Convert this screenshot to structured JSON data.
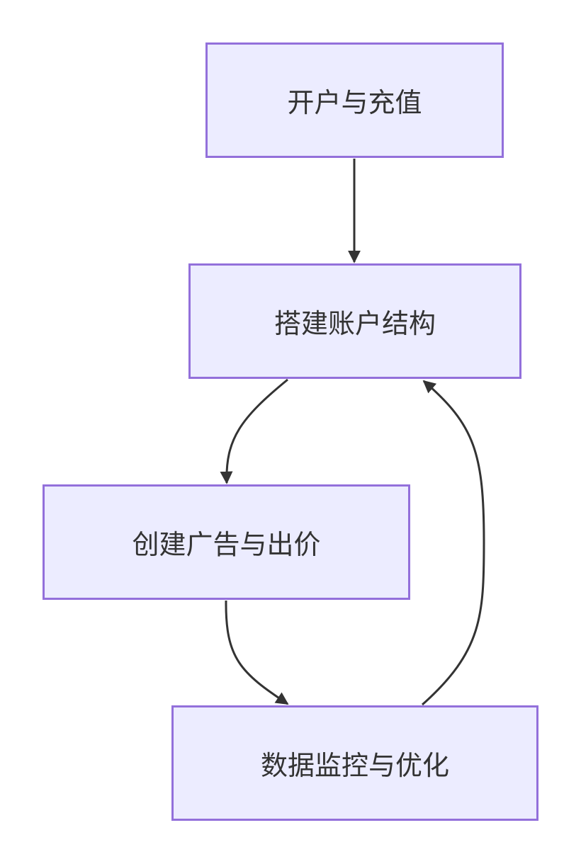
{
  "colors": {
    "node_fill": "#ececff",
    "node_stroke": "#9370db",
    "edge": "#333333",
    "text": "#333333"
  },
  "nodes": [
    {
      "id": "n1",
      "label": "开户与充值"
    },
    {
      "id": "n2",
      "label": "搭建账户结构"
    },
    {
      "id": "n3",
      "label": "创建广告与出价"
    },
    {
      "id": "n4",
      "label": "数据监控与优化"
    }
  ],
  "edges": [
    {
      "from": "n1",
      "to": "n2"
    },
    {
      "from": "n2",
      "to": "n3"
    },
    {
      "from": "n3",
      "to": "n4"
    },
    {
      "from": "n4",
      "to": "n2"
    }
  ]
}
